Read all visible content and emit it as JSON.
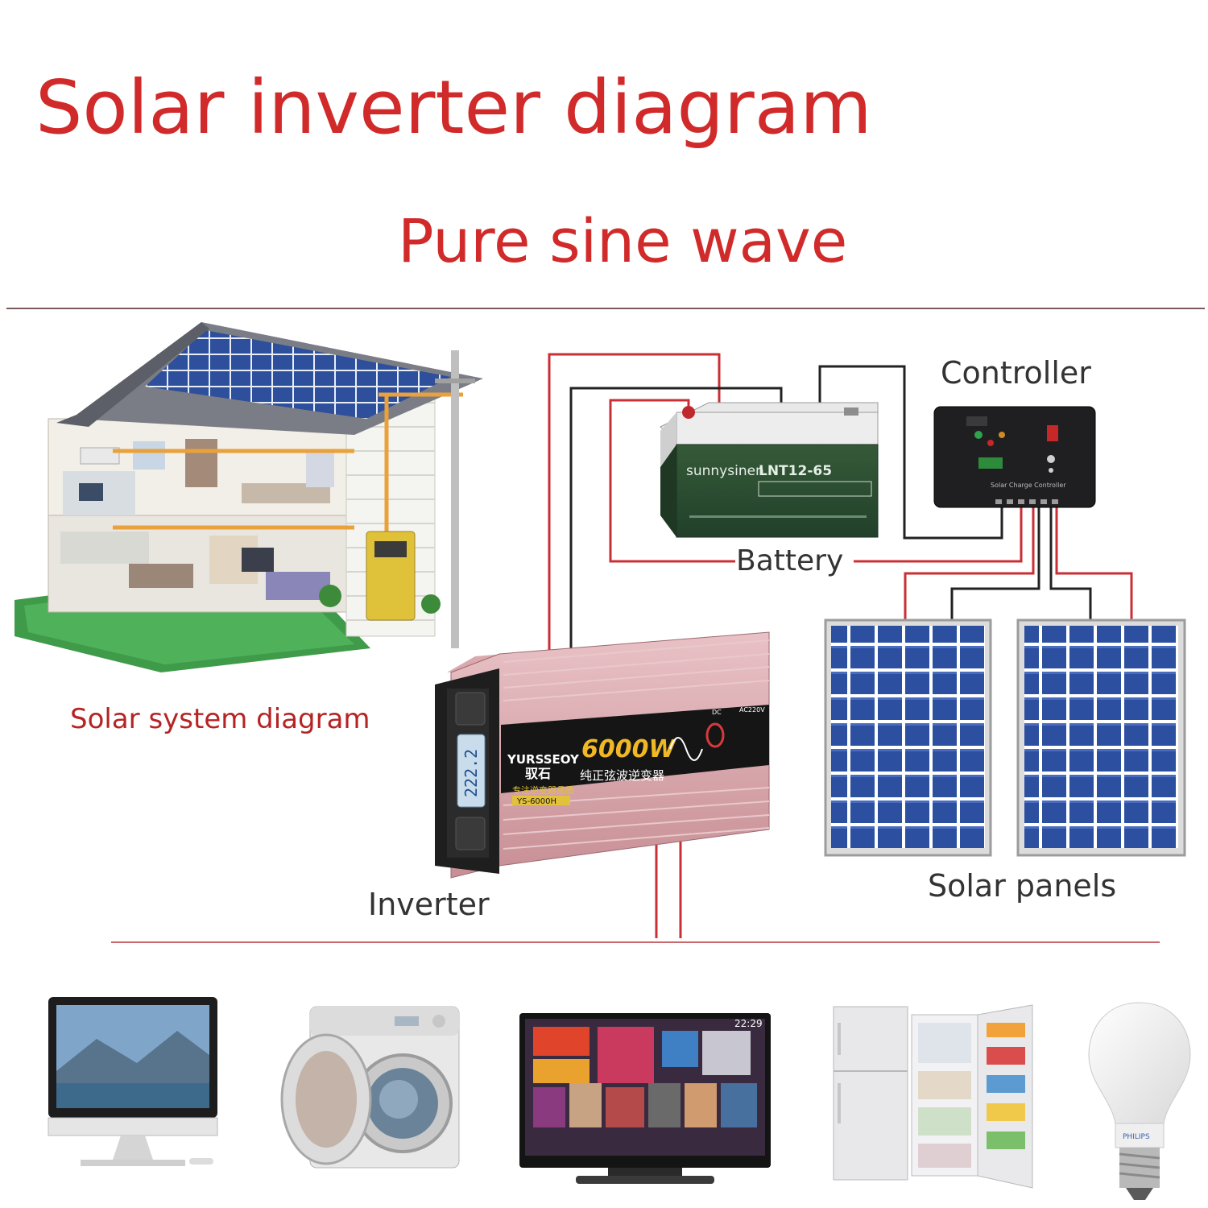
{
  "title": "Solar inverter diagram",
  "subtitle": "Pure sine wave",
  "labels": {
    "controller": "Controller",
    "battery": "Battery",
    "solar_system": "Solar system diagram",
    "inverter": "Inverter",
    "solar_panels": "Solar panels"
  },
  "battery_device": {
    "brand": "sunnysinen",
    "model": "LNT12-65"
  },
  "inverter_device": {
    "brand": "YURSSEOY",
    "brand_cn": "驭石",
    "power": "6000W",
    "name_cn": "纯正弦波逆变器",
    "tagline_cn": "专注逆变器品质",
    "model": "YS-6000H",
    "display": "222.2",
    "dc": "DC",
    "ac": "AC220V"
  },
  "controller_device": {
    "caption": "Solar Charge Controller"
  },
  "tv_device": {
    "clock": "22:29"
  },
  "bulb_device": {
    "brand": "PHILIPS"
  },
  "colors": {
    "title": "#d12a2a",
    "wire_red": "#c92f35",
    "wire_black": "#222222",
    "inverter_body": "#d8a3a8",
    "panel_cell": "#2d4f9f",
    "battery_body": "#2b4a2e"
  },
  "icons": [
    "house-illustration",
    "battery-icon",
    "charge-controller-icon",
    "solar-panel-icon",
    "inverter-icon",
    "monitor-icon",
    "washing-machine-icon",
    "tv-icon",
    "refrigerator-icon",
    "light-bulb-icon"
  ]
}
